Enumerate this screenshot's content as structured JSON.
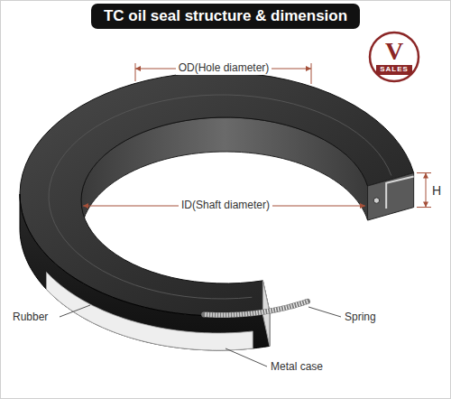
{
  "diagram": {
    "title": "TC oil seal structure & dimension",
    "nodes": [
      {
        "text": [
          "V",
          "SALES"
        ]
      }
    ],
    "labels": [
      "OD(Hole diameter)",
      "ID(Shaft diameter)",
      "H",
      "Rubber",
      "Spring",
      "Metal case"
    ]
  }
}
